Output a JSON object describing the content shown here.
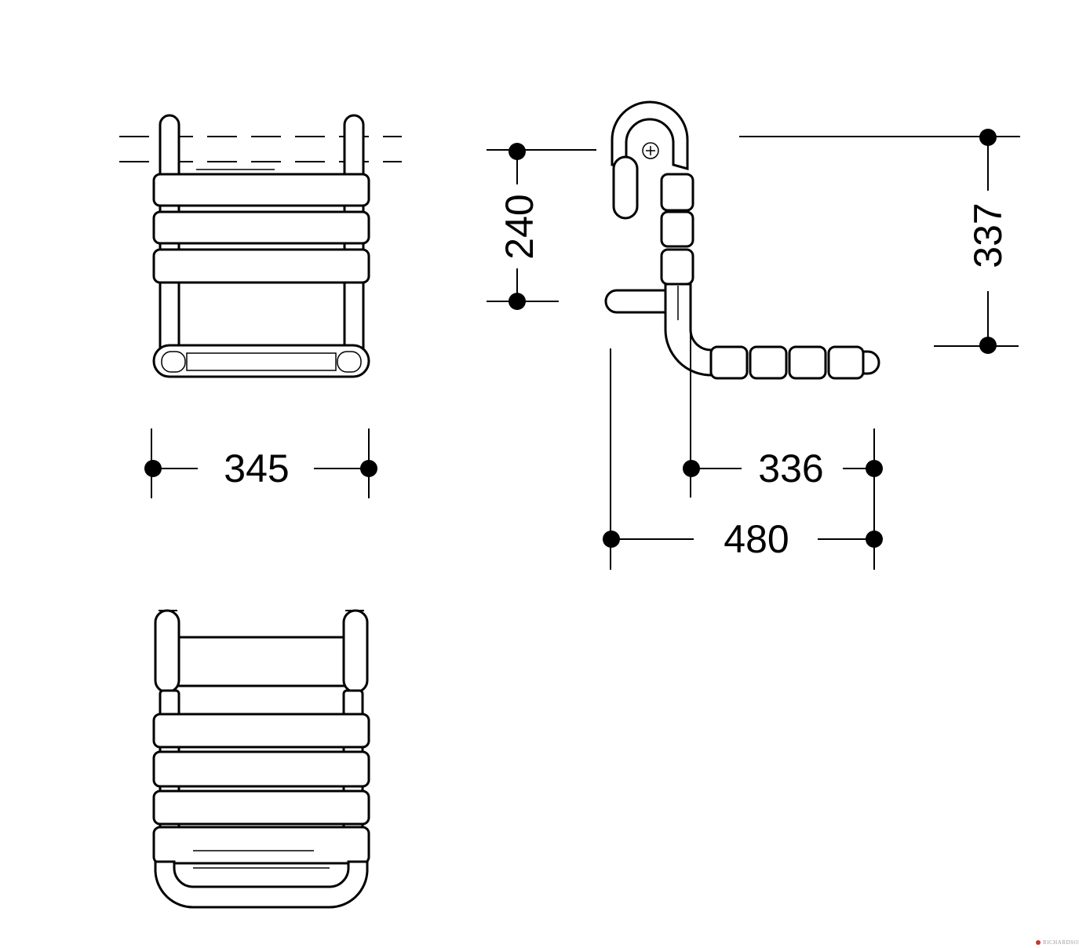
{
  "dimensions": {
    "front_width": "345",
    "side_height": "240",
    "total_height": "337",
    "seat_depth": "336",
    "total_depth": "480"
  },
  "watermark": "RICHARDSON",
  "colors": {
    "line": "#000000",
    "background": "#ffffff",
    "watermark": "#9a9a9a"
  }
}
